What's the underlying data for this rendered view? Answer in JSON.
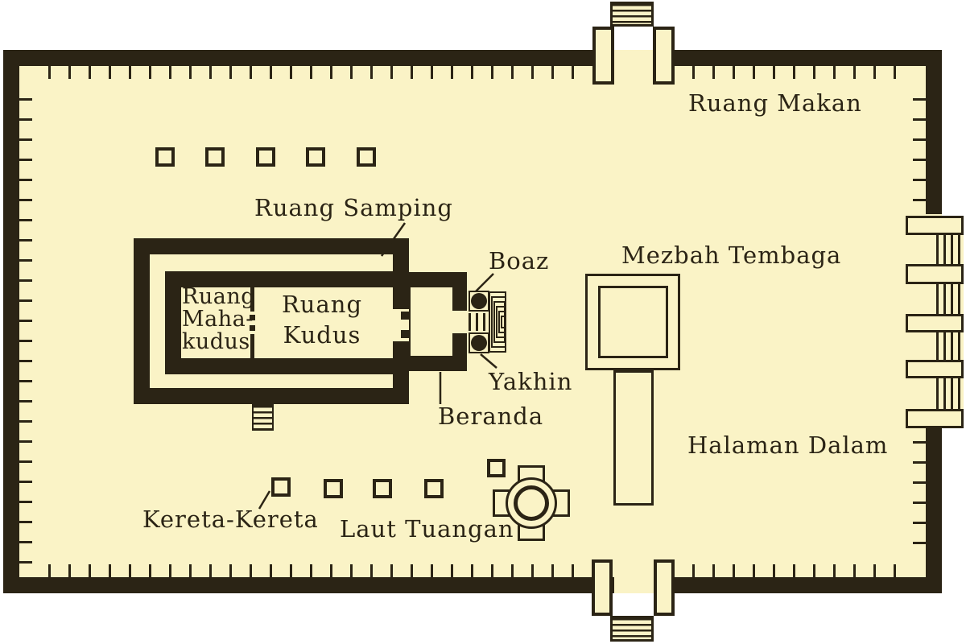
{
  "palette": {
    "ink": "#2b2415",
    "cream": "#faf3c6",
    "page": "#ffffff"
  },
  "labels": {
    "ruang_makan": "Ruang Makan",
    "ruang_samping": "Ruang Samping",
    "boaz": "Boaz",
    "yakhin": "Yakhin",
    "beranda": "Beranda",
    "mezbah_tembaga": "Mezbah Tembaga",
    "halaman_dalam": "Halaman Dalam",
    "kereta_kereta": "Kereta-Kereta",
    "laut_tuangan": "Laut Tuangan",
    "mahakudus_line1": "Ruang",
    "mahakudus_line2": "Maha-",
    "mahakudus_line3": "kudus",
    "kudus_line1": "Ruang",
    "kudus_line2": "Kudus"
  },
  "counts": {
    "top_squares": 5,
    "bottom_squares": 4
  }
}
